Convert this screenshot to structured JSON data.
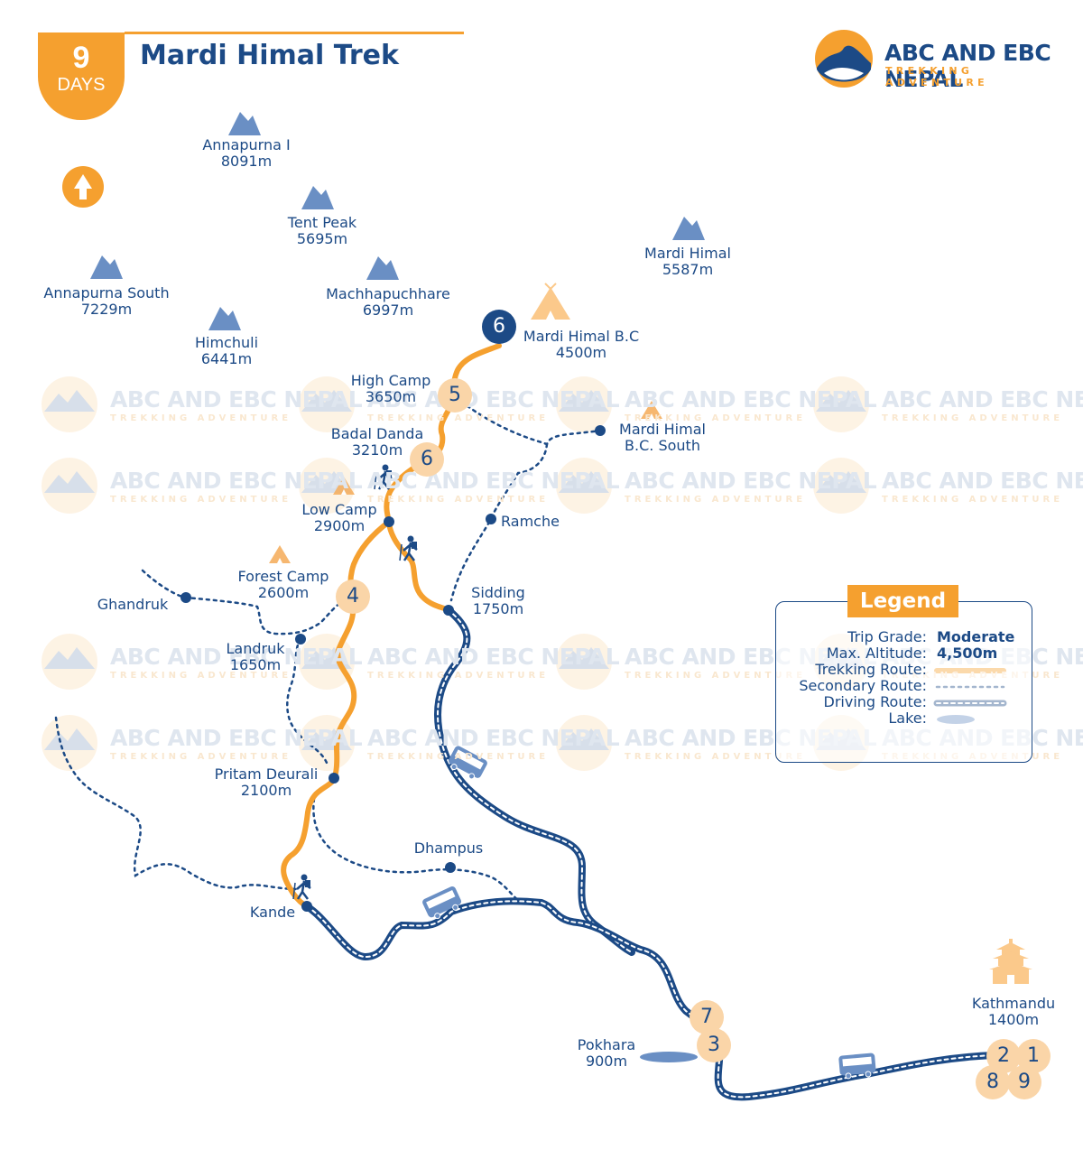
{
  "header": {
    "days_number": "9",
    "days_label": "DAYS",
    "title": "Mardi Himal Trek"
  },
  "brand": {
    "name": "ABC AND EBC NEPAL",
    "tagline": "TREKKING ADVENTURE"
  },
  "watermark": {
    "name": "ABC AND EBC NEPAL",
    "tagline": "TREKKING ADVENTURE"
  },
  "compass": {
    "icon": "north-arrow-icon"
  },
  "peaks": [
    {
      "id": "annapurna-i",
      "name": "Annapurna I",
      "alt": "8091m"
    },
    {
      "id": "tent-peak",
      "name": "Tent Peak",
      "alt": "5695m"
    },
    {
      "id": "annapurna-south",
      "name": "Annapurna South",
      "alt": "7229m"
    },
    {
      "id": "machhapuchhare",
      "name": "Machhapuchhare",
      "alt": "6997m"
    },
    {
      "id": "himchuli",
      "name": "Himchuli",
      "alt": "6441m"
    },
    {
      "id": "mardi-himal",
      "name": "Mardi Himal",
      "alt": "5587m"
    }
  ],
  "places": {
    "mardi_bc": {
      "name": "Mardi Himal B.C",
      "alt": "4500m"
    },
    "high_camp": {
      "name": "High Camp",
      "alt": "3650m"
    },
    "badal_danda": {
      "name": "Badal Danda",
      "alt": "3210m"
    },
    "bc_south": {
      "name": "Mardi Himal",
      "name2": "B.C. South"
    },
    "low_camp": {
      "name": "Low Camp",
      "alt": "2900m"
    },
    "ramche": {
      "name": "Ramche"
    },
    "forest_camp": {
      "name": "Forest Camp",
      "alt": "2600m"
    },
    "ghandruk": {
      "name": "Ghandruk"
    },
    "sidding": {
      "name": "Sidding",
      "alt": "1750m"
    },
    "landruk": {
      "name": "Landruk",
      "alt": "1650m"
    },
    "pritam_deurali": {
      "name": "Pritam Deurali",
      "alt": "2100m"
    },
    "dhampus": {
      "name": "Dhampus"
    },
    "kande": {
      "name": "Kande"
    },
    "pokhara": {
      "name": "Pokhara",
      "alt": "900m"
    },
    "kathmandu": {
      "name": "Kathmandu",
      "alt": "1400m"
    }
  },
  "day_markers": {
    "mardi_bc": "6",
    "high_camp": "5",
    "badal_danda": "6",
    "forest": "4",
    "pokhara_a": "7",
    "pokhara_b": "3",
    "ktm_a": "2",
    "ktm_b": "1",
    "ktm_c": "8",
    "ktm_d": "9"
  },
  "legend": {
    "title": "Legend",
    "trip_grade_label": "Trip Grade:",
    "trip_grade_value": "Moderate",
    "max_alt_label": "Max. Altitude:",
    "max_alt_value": "4,500m",
    "trekking_label": "Trekking Route:",
    "secondary_label": "Secondary Route:",
    "driving_label": "Driving Route:",
    "lake_label": "Lake:"
  },
  "colors": {
    "navy": "#1c4a86",
    "orange": "#f5a02f",
    "peach": "#fad5a8",
    "peak": "#6a8fc4",
    "lake": "#6a8fc4"
  }
}
